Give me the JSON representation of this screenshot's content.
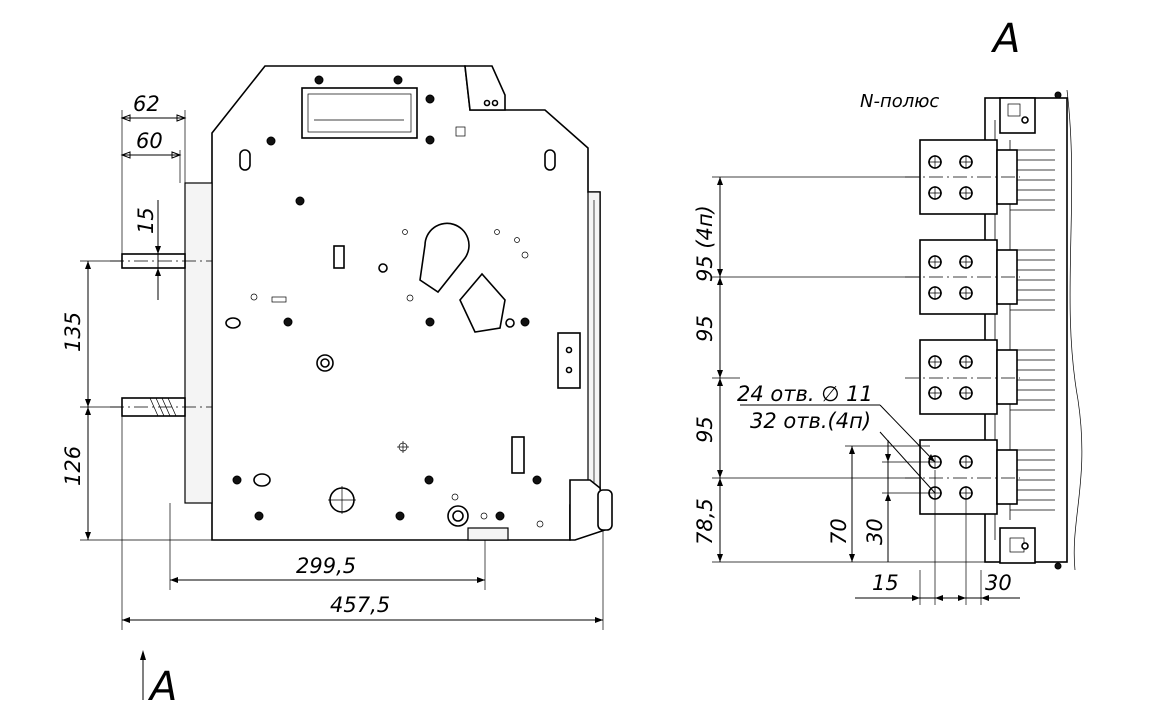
{
  "view_label": "A",
  "section_arrow_label": "A",
  "pole_label": "N-полюс",
  "left_dims": {
    "d62": "62",
    "d60": "60",
    "d15": "15",
    "d135": "135",
    "d126": "126",
    "d299": "299,5",
    "d457": "457,5"
  },
  "right_dims": {
    "d95_4p": "95 (4п)",
    "d95_a": "95",
    "d95_b": "95",
    "d78": "78,5",
    "d70": "70",
    "d30v": "30",
    "d15h": "15",
    "d30h": "30",
    "holes_a": "24 отв. ∅ 11",
    "holes_b": "32 отв.(4п)"
  },
  "colors": {
    "line": "#000000",
    "background": "#ffffff"
  }
}
